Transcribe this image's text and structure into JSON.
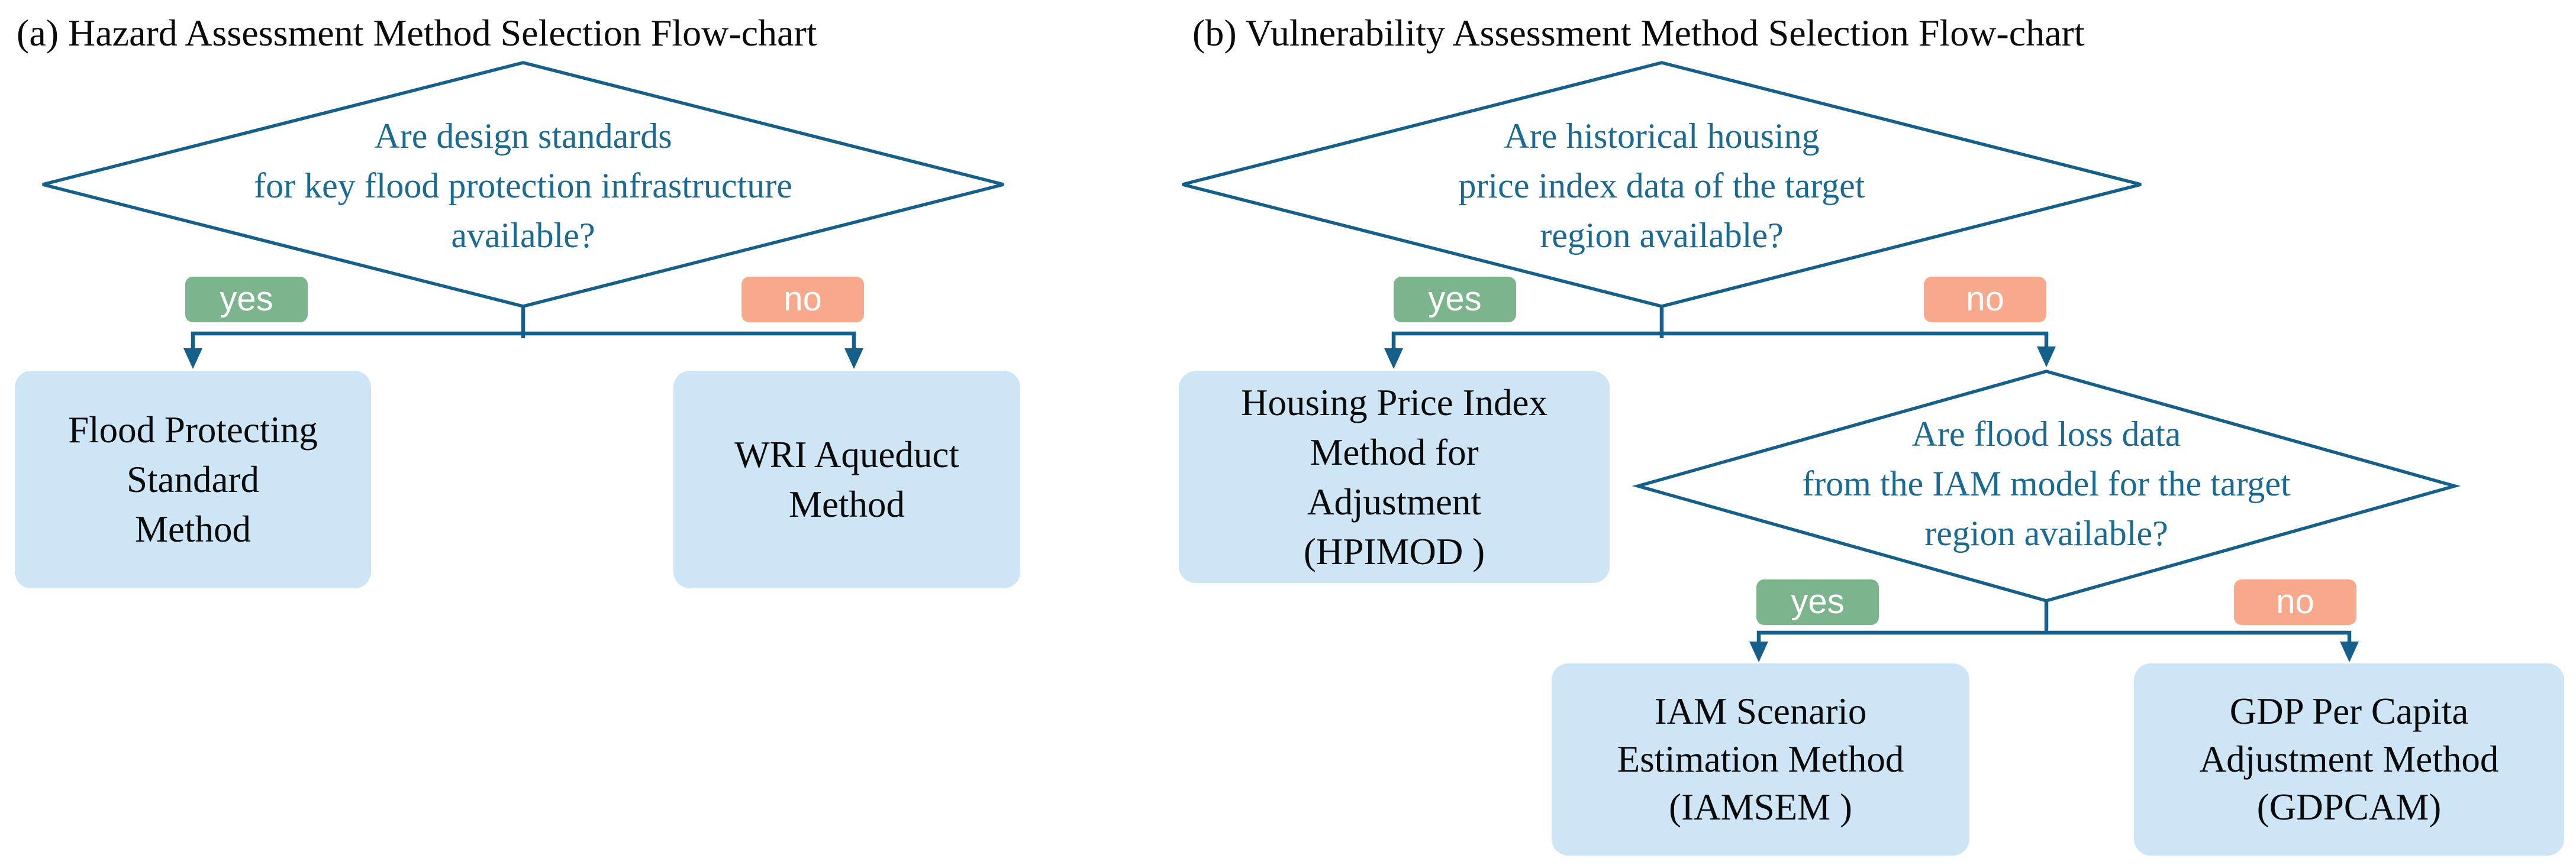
{
  "figure": {
    "type": "flowchart",
    "background": "#ffffff"
  },
  "labels": {
    "yes": "yes",
    "no": "no"
  },
  "panel_a": {
    "title": "(a) Hazard Assessment Method Selection Flow-chart",
    "decision": {
      "lines": [
        "Are design standards",
        "for key flood protection infrastructure",
        "available?"
      ]
    },
    "yes_result": {
      "lines": [
        "Flood Protecting",
        "Standard",
        "Method"
      ]
    },
    "no_result": {
      "lines": [
        "WRI Aqueduct",
        "Method"
      ]
    }
  },
  "panel_b": {
    "title": "(b) Vulnerability Assessment Method Selection Flow-chart",
    "decision1": {
      "lines": [
        "Are historical housing",
        "price index data of the target",
        "region available?"
      ]
    },
    "yes_result1": {
      "lines": [
        "Housing Price Index",
        "Method for",
        "Adjustment",
        "(HPIMOD )"
      ]
    },
    "decision2": {
      "lines": [
        "Are flood loss data",
        "from the IAM model for the target",
        "region available?"
      ]
    },
    "yes_result2": {
      "lines": [
        "IAM Scenario",
        "Estimation Method",
        "(IAMSEM )"
      ]
    },
    "no_result2": {
      "lines": [
        "GDP Per Capita",
        "Adjustment Method",
        "(GDPCAM)"
      ]
    }
  },
  "colors": {
    "line": "#15608a",
    "decision_text": "#1a6a92",
    "result_box_fill": "#cee5f6",
    "yes_badge": "#7cb58d",
    "no_badge": "#f8a98b",
    "badge_text": "#ffffff",
    "title_text": "#0a0a0a"
  }
}
